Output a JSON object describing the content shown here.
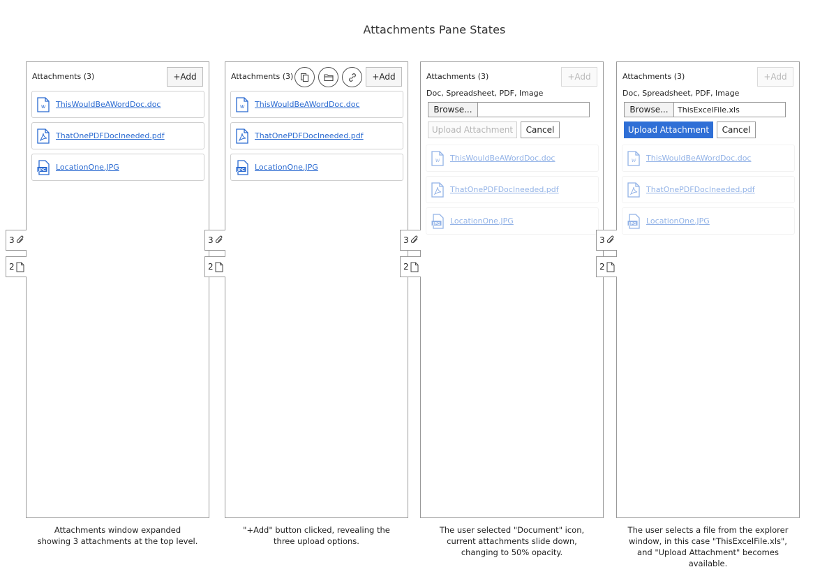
{
  "page": {
    "title": "Attachments Pane States"
  },
  "attachments_label": "Attachments (3)",
  "add_label": "+Add",
  "files": [
    {
      "name": "ThisWouldBeAWordDoc.doc",
      "icon": "word-doc-icon"
    },
    {
      "name": "ThatOnePDFDocIneeded.pdf",
      "icon": "pdf-doc-icon"
    },
    {
      "name": "LocationOne.JPG",
      "icon": "jpg-image-icon"
    }
  ],
  "side_tabs": {
    "attachments_count": "3",
    "documents_count": "2"
  },
  "upload_form": {
    "types_label": "Doc, Spreadsheet, PDF, Image",
    "browse_label": "Browse...",
    "upload_label": "Upload Attachment",
    "cancel_label": "Cancel",
    "selected_file": "ThisExcelFile.xls"
  },
  "upload_options": [
    "document-icon",
    "folder-icon",
    "link-icon"
  ],
  "captions": [
    [
      "Attachments window expanded",
      "showing 3 attachments at the top level."
    ],
    [
      "\"+Add\" button clicked, revealing the",
      "three upload options."
    ],
    [
      "The user selected \"Document\" icon,",
      "current attachments slide down,",
      "changing to 50% opacity."
    ],
    [
      "The user selects a file from the explorer",
      "window, in this case \"ThisExcelFile.xls\",",
      "and \"Upload Attachment\" becomes",
      "available."
    ]
  ],
  "colors": {
    "link": "#2a6ad1",
    "primary": "#2f6fd6",
    "border": "#9a9a9a"
  }
}
